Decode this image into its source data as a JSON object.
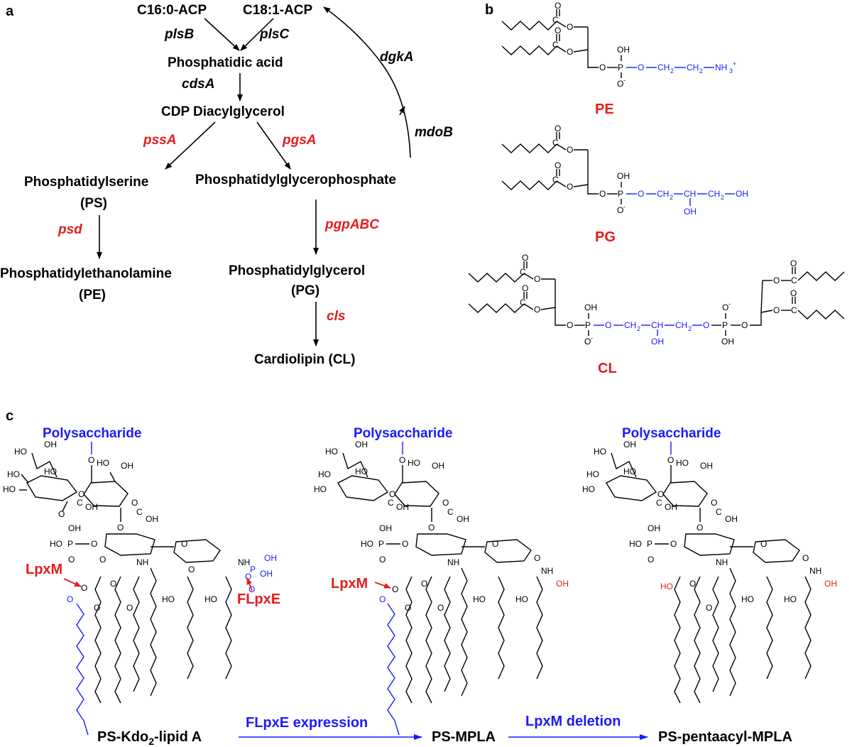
{
  "panel_a": {
    "label": "a",
    "c16": "C16:0-ACP",
    "c18": "C18:1-ACP",
    "plsB": "plsB",
    "plsC": "plsC",
    "pa": "Phosphatidic acid",
    "cdsA": "cdsA",
    "cdp": "CDP Diacylglycerol",
    "pssA": "pssA",
    "pgsA": "pgsA",
    "ps": "Phosphatidylserine",
    "ps_abbr": "(PS)",
    "pgp": "Phosphatidylglycerophosphate",
    "psd": "psd",
    "pgpABC": "pgpABC",
    "pe": "Phosphatidylethanolamine",
    "pe_abbr": "(PE)",
    "pg": "Phosphatidylglycerol",
    "pg_abbr": "(PG)",
    "cls": "cls",
    "cl": "Cardiolipin (CL)",
    "dgkA": "dgkA",
    "mdoB": "mdoB"
  },
  "panel_b": {
    "label": "b",
    "pe": "PE",
    "pg": "PG",
    "cl": "CL"
  },
  "panel_c": {
    "label": "c",
    "poly": "Polysaccharide",
    "lpxm": "LpxM",
    "flpxe": "FLpxE",
    "name1": "PS-Kdo",
    "name1_sub": "2",
    "name1_end": "-lipid A",
    "name2": "PS-MPLA",
    "name3": "PS-pentaacyl-MPLA",
    "step1": "FLpxE expression",
    "step2": "LpxM deletion"
  },
  "colors": {
    "red": "#e51c1c",
    "blue": "#1a1aff",
    "black": "#000000"
  }
}
